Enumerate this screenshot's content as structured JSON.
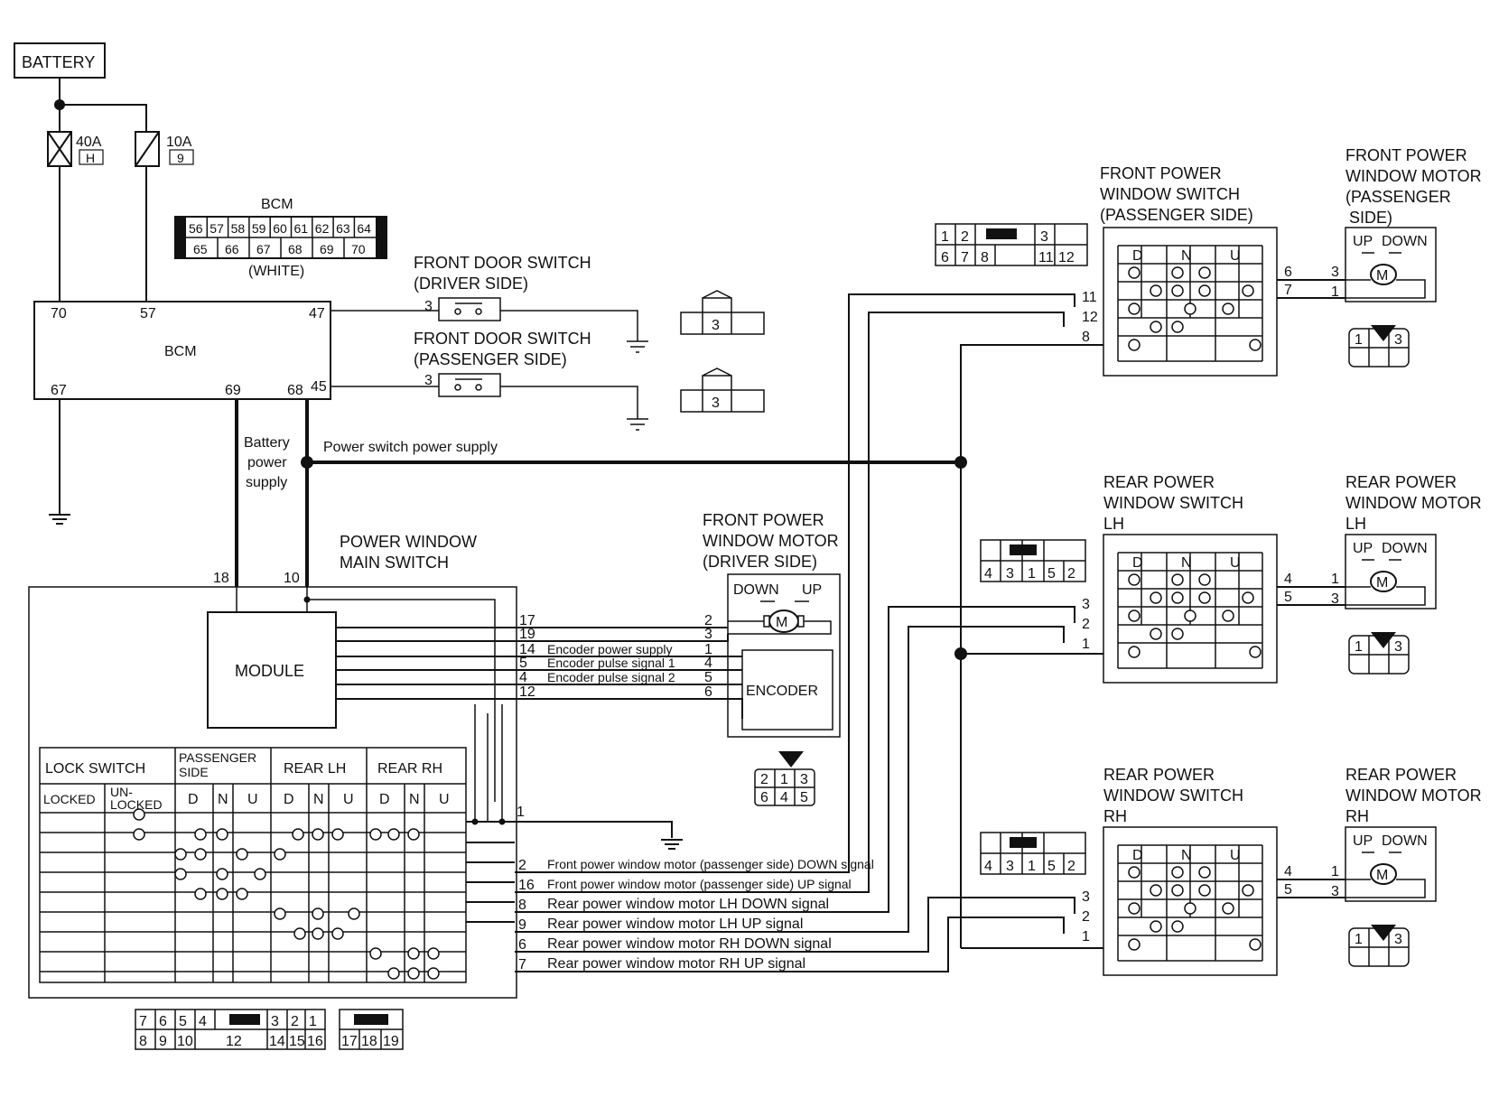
{
  "battery": {
    "label": "BATTERY"
  },
  "fuses": {
    "f40_amp": "40A",
    "f40_id": "H",
    "f10_amp": "10A",
    "f10_id": "9"
  },
  "bcm_conn": {
    "title": "BCM",
    "row1": [
      "56",
      "57",
      "58",
      "59",
      "60",
      "61",
      "62",
      "63",
      "64"
    ],
    "row2": [
      "65",
      "66",
      "67",
      "68",
      "69",
      "70"
    ],
    "color": "(WHITE)"
  },
  "bcm": {
    "label": "BCM",
    "pins": {
      "p70": "70",
      "p57": "57",
      "p47": "47",
      "p45": "45",
      "p67": "67",
      "p69": "69",
      "p68": "68"
    }
  },
  "door_driver": {
    "line1": "FRONT DOOR SWITCH",
    "line2": "(DRIVER SIDE)",
    "pin": "3",
    "conn_pin": "3"
  },
  "door_pass": {
    "line1": "FRONT DOOR SWITCH",
    "line2": "(PASSENGER SIDE)",
    "pin": "3",
    "conn_pin": "3"
  },
  "supply": {
    "battery_l1": "Battery",
    "battery_l2": "power",
    "battery_l3": "supply",
    "power_switch": "Power switch power supply"
  },
  "main_switch": {
    "title_l1": "POWER WINDOW",
    "title_l2": "MAIN SWITCH",
    "pin18": "18",
    "pin10": "10",
    "module": "MODULE",
    "hdr_lock": "LOCK SWITCH",
    "hdr_pass_l1": "PASSENGER",
    "hdr_pass_l2": "SIDE",
    "hdr_rlh": "REAR LH",
    "hdr_rrh": "REAR RH",
    "sub_locked": "LOCKED",
    "sub_un_l1": "UN-",
    "sub_un_l2": "LOCKED",
    "d": "D",
    "n": "N",
    "u": "U",
    "gnd_pin": "1"
  },
  "signals": [
    {
      "pin": "17",
      "label": ""
    },
    {
      "pin": "19",
      "label": ""
    },
    {
      "pin": "14",
      "label": "Encoder power supply"
    },
    {
      "pin": "5",
      "label": "Encoder pulse signal 1"
    },
    {
      "pin": "4",
      "label": "Encoder pulse signal 2"
    },
    {
      "pin": "12",
      "label": ""
    }
  ],
  "outs": [
    {
      "pin": "2",
      "label": "Front power window motor (passenger side) DOWN signal"
    },
    {
      "pin": "16",
      "label": "Front power window motor (passenger side) UP signal"
    },
    {
      "pin": "8",
      "label": "Rear power window motor LH DOWN signal"
    },
    {
      "pin": "9",
      "label": "Rear power window motor LH UP signal"
    },
    {
      "pin": "6",
      "label": "Rear power window motor RH DOWN signal"
    },
    {
      "pin": "7",
      "label": "Rear power window motor RH UP signal"
    }
  ],
  "driver_motor": {
    "l1": "FRONT POWER",
    "l2": "WINDOW MOTOR",
    "l3": "(DRIVER SIDE)",
    "down": "DOWN",
    "up": "UP",
    "m": "M",
    "pins": [
      "2",
      "3",
      "1",
      "4",
      "5",
      "6"
    ],
    "encoder": "ENCODER"
  },
  "driver_motor_conn": {
    "row1": [
      "2",
      "1",
      "3"
    ],
    "row2": [
      "6",
      "4",
      "5"
    ]
  },
  "main_conn": {
    "row1": [
      "7",
      "6",
      "5",
      "4",
      "3",
      "2",
      "1"
    ],
    "row2": [
      "8",
      "9",
      "10",
      "12",
      "14",
      "15",
      "16"
    ],
    "b_row1": [
      "17",
      "18",
      "19"
    ]
  },
  "fpws": {
    "l1": "FRONT POWER",
    "l2": "WINDOW SWITCH",
    "l3": "(PASSENGER SIDE)",
    "in_pins": [
      "11",
      "12",
      "8"
    ],
    "out_pins": [
      "6",
      "7"
    ],
    "conn_r1": [
      "1",
      "2",
      "3"
    ],
    "conn_r2": [
      "6",
      "7",
      "8",
      "11",
      "12"
    ]
  },
  "fpwm": {
    "l1": "FRONT POWER",
    "l2": "WINDOW MOTOR",
    "l3": "(PASSENGER",
    "l4": "SIDE)",
    "up": "UP",
    "down": "DOWN",
    "m": "M",
    "pins": [
      "3",
      "1"
    ],
    "conn": [
      "1",
      "3"
    ]
  },
  "rlh_sw": {
    "l1": "REAR POWER",
    "l2": "WINDOW SWITCH",
    "l3": "LH",
    "in_pins": [
      "3",
      "2",
      "1"
    ],
    "out_pins": [
      "4",
      "5"
    ],
    "conn": [
      "4",
      "3",
      "1",
      "5",
      "2"
    ]
  },
  "rlh_m": {
    "l1": "REAR POWER",
    "l2": "WINDOW MOTOR",
    "l3": "LH",
    "up": "UP",
    "down": "DOWN",
    "m": "M",
    "pins": [
      "1",
      "3"
    ],
    "conn": [
      "1",
      "3"
    ]
  },
  "rrh_sw": {
    "l1": "REAR POWER",
    "l2": "WINDOW SWITCH",
    "l3": "RH",
    "in_pins": [
      "3",
      "2",
      "1"
    ],
    "out_pins": [
      "4",
      "5"
    ],
    "conn": [
      "4",
      "3",
      "1",
      "5",
      "2"
    ]
  },
  "rrh_m": {
    "l1": "REAR POWER",
    "l2": "WINDOW MOTOR",
    "l3": "RH",
    "up": "UP",
    "down": "DOWN",
    "m": "M",
    "pins": [
      "1",
      "3"
    ],
    "conn": [
      "1",
      "3"
    ]
  }
}
